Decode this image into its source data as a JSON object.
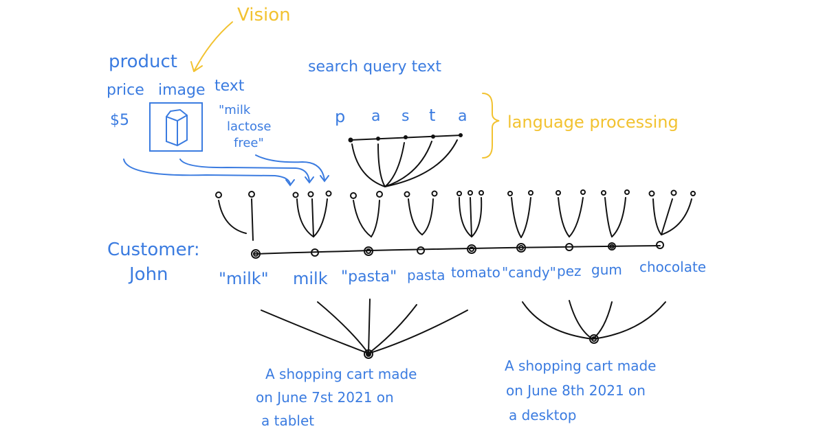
{
  "labels": {
    "vision": "Vision",
    "product": "product",
    "price": "price",
    "image": "image",
    "text": "text",
    "price_value": "$5",
    "product_text_line1": "\"milk",
    "product_text_line2": "lactose",
    "product_text_line3": "free\"",
    "search_query_text": "search query text",
    "language_processing": "language processing",
    "customer_line1": "Customer:",
    "customer_line2": "John"
  },
  "pasta_letters": [
    "p",
    "a",
    "s",
    "t",
    "a"
  ],
  "items": [
    "\"milk\"",
    "milk",
    "\"pasta\"",
    "pasta",
    "tomato",
    "\"candy\"",
    "pez",
    "gum",
    "chocolate"
  ],
  "carts": [
    {
      "line1": "A shopping cart made",
      "line2": "on June 7st 2021 on",
      "line3": "a tablet"
    },
    {
      "line1": "A shopping cart made",
      "line2": "on June 8th 2021 on",
      "line3": "a desktop"
    }
  ],
  "colors": {
    "blue": "#3a7be0",
    "yellow": "#f2c230",
    "black": "#111111"
  }
}
